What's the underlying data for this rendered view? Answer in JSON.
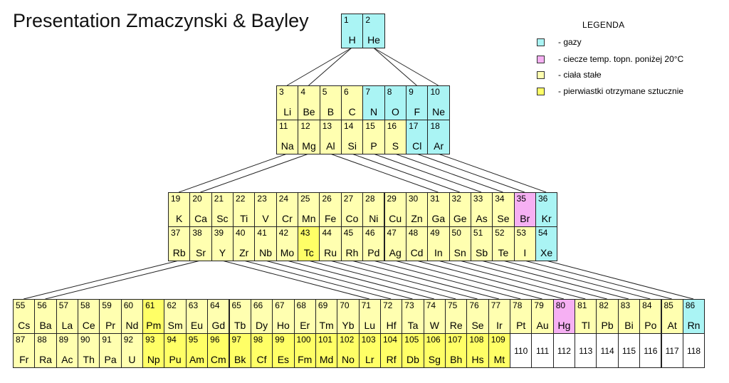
{
  "title": "Presentation Zmaczynski & Bayley",
  "legend": {
    "title": "LEGENDA",
    "items": [
      {
        "label": "- gazy",
        "color": "#aaf4f4"
      },
      {
        "label": "- ciecze temp. topn. poniżej 20°C",
        "color": "#f6b0f3"
      },
      {
        "label": "- ciała stałe",
        "color": "#ffffb0"
      },
      {
        "label": "- pierwiastki otrzymane sztucznie",
        "color": "#ffff66"
      }
    ]
  },
  "colors": {
    "gas": "#aaf4f4",
    "liquid": "#f6b0f3",
    "solid": "#ffffb0",
    "synthetic": "#ffff66",
    "unknown": "#ffffff"
  },
  "elements": [
    {
      "n": "1",
      "s": "H",
      "t": "gas"
    },
    {
      "n": "2",
      "s": "He",
      "t": "gas"
    },
    {
      "n": "3",
      "s": "Li",
      "t": "solid"
    },
    {
      "n": "4",
      "s": "Be",
      "t": "solid"
    },
    {
      "n": "5",
      "s": "B",
      "t": "solid"
    },
    {
      "n": "6",
      "s": "C",
      "t": "solid"
    },
    {
      "n": "7",
      "s": "N",
      "t": "gas"
    },
    {
      "n": "8",
      "s": "O",
      "t": "gas"
    },
    {
      "n": "9",
      "s": "F",
      "t": "gas"
    },
    {
      "n": "10",
      "s": "Ne",
      "t": "gas"
    },
    {
      "n": "11",
      "s": "Na",
      "t": "solid"
    },
    {
      "n": "12",
      "s": "Mg",
      "t": "solid"
    },
    {
      "n": "13",
      "s": "Al",
      "t": "solid"
    },
    {
      "n": "14",
      "s": "Si",
      "t": "solid"
    },
    {
      "n": "15",
      "s": "P",
      "t": "solid"
    },
    {
      "n": "16",
      "s": "S",
      "t": "solid"
    },
    {
      "n": "17",
      "s": "Cl",
      "t": "gas"
    },
    {
      "n": "18",
      "s": "Ar",
      "t": "gas"
    },
    {
      "n": "19",
      "s": "K",
      "t": "solid"
    },
    {
      "n": "20",
      "s": "Ca",
      "t": "solid"
    },
    {
      "n": "21",
      "s": "Sc",
      "t": "solid"
    },
    {
      "n": "22",
      "s": "Ti",
      "t": "solid"
    },
    {
      "n": "23",
      "s": "V",
      "t": "solid"
    },
    {
      "n": "24",
      "s": "Cr",
      "t": "solid"
    },
    {
      "n": "25",
      "s": "Mn",
      "t": "solid"
    },
    {
      "n": "26",
      "s": "Fe",
      "t": "solid"
    },
    {
      "n": "27",
      "s": "Co",
      "t": "solid"
    },
    {
      "n": "28",
      "s": "Ni",
      "t": "solid"
    },
    {
      "n": "29",
      "s": "Cu",
      "t": "solid"
    },
    {
      "n": "30",
      "s": "Zn",
      "t": "solid"
    },
    {
      "n": "31",
      "s": "Ga",
      "t": "solid"
    },
    {
      "n": "32",
      "s": "Ge",
      "t": "solid"
    },
    {
      "n": "33",
      "s": "As",
      "t": "solid"
    },
    {
      "n": "34",
      "s": "Se",
      "t": "solid"
    },
    {
      "n": "35",
      "s": "Br",
      "t": "liquid"
    },
    {
      "n": "36",
      "s": "Kr",
      "t": "gas"
    },
    {
      "n": "37",
      "s": "Rb",
      "t": "solid"
    },
    {
      "n": "38",
      "s": "Sr",
      "t": "solid"
    },
    {
      "n": "39",
      "s": "Y",
      "t": "solid"
    },
    {
      "n": "40",
      "s": "Zr",
      "t": "solid"
    },
    {
      "n": "41",
      "s": "Nb",
      "t": "solid"
    },
    {
      "n": "42",
      "s": "Mo",
      "t": "solid"
    },
    {
      "n": "43",
      "s": "Tc",
      "t": "synthetic"
    },
    {
      "n": "44",
      "s": "Ru",
      "t": "solid"
    },
    {
      "n": "45",
      "s": "Rh",
      "t": "solid"
    },
    {
      "n": "46",
      "s": "Pd",
      "t": "solid"
    },
    {
      "n": "47",
      "s": "Ag",
      "t": "solid"
    },
    {
      "n": "48",
      "s": "Cd",
      "t": "solid"
    },
    {
      "n": "49",
      "s": "In",
      "t": "solid"
    },
    {
      "n": "50",
      "s": "Sn",
      "t": "solid"
    },
    {
      "n": "51",
      "s": "Sb",
      "t": "solid"
    },
    {
      "n": "52",
      "s": "Te",
      "t": "solid"
    },
    {
      "n": "53",
      "s": "I",
      "t": "solid"
    },
    {
      "n": "54",
      "s": "Xe",
      "t": "gas"
    },
    {
      "n": "55",
      "s": "Cs",
      "t": "solid"
    },
    {
      "n": "56",
      "s": "Ba",
      "t": "solid"
    },
    {
      "n": "57",
      "s": "La",
      "t": "solid"
    },
    {
      "n": "58",
      "s": "Ce",
      "t": "solid"
    },
    {
      "n": "59",
      "s": "Pr",
      "t": "solid"
    },
    {
      "n": "60",
      "s": "Nd",
      "t": "solid"
    },
    {
      "n": "61",
      "s": "Pm",
      "t": "synthetic"
    },
    {
      "n": "62",
      "s": "Sm",
      "t": "solid"
    },
    {
      "n": "63",
      "s": "Eu",
      "t": "solid"
    },
    {
      "n": "64",
      "s": "Gd",
      "t": "solid"
    },
    {
      "n": "65",
      "s": "Tb",
      "t": "solid"
    },
    {
      "n": "66",
      "s": "Dy",
      "t": "solid"
    },
    {
      "n": "67",
      "s": "Ho",
      "t": "solid"
    },
    {
      "n": "68",
      "s": "Er",
      "t": "solid"
    },
    {
      "n": "69",
      "s": "Tm",
      "t": "solid"
    },
    {
      "n": "70",
      "s": "Yb",
      "t": "solid"
    },
    {
      "n": "71",
      "s": "Lu",
      "t": "solid"
    },
    {
      "n": "72",
      "s": "Hf",
      "t": "solid"
    },
    {
      "n": "73",
      "s": "Ta",
      "t": "solid"
    },
    {
      "n": "74",
      "s": "W",
      "t": "solid"
    },
    {
      "n": "75",
      "s": "Re",
      "t": "solid"
    },
    {
      "n": "76",
      "s": "Se",
      "t": "solid"
    },
    {
      "n": "77",
      "s": "Ir",
      "t": "solid"
    },
    {
      "n": "78",
      "s": "Pt",
      "t": "solid"
    },
    {
      "n": "79",
      "s": "Au",
      "t": "solid"
    },
    {
      "n": "80",
      "s": "Hg",
      "t": "liquid"
    },
    {
      "n": "81",
      "s": "Tl",
      "t": "solid"
    },
    {
      "n": "82",
      "s": "Pb",
      "t": "solid"
    },
    {
      "n": "83",
      "s": "Bi",
      "t": "solid"
    },
    {
      "n": "84",
      "s": "Po",
      "t": "solid"
    },
    {
      "n": "85",
      "s": "At",
      "t": "solid"
    },
    {
      "n": "86",
      "s": "Rn",
      "t": "gas"
    },
    {
      "n": "87",
      "s": "Fr",
      "t": "solid"
    },
    {
      "n": "88",
      "s": "Ra",
      "t": "solid"
    },
    {
      "n": "89",
      "s": "Ac",
      "t": "solid"
    },
    {
      "n": "90",
      "s": "Th",
      "t": "solid"
    },
    {
      "n": "91",
      "s": "Pa",
      "t": "solid"
    },
    {
      "n": "92",
      "s": "U",
      "t": "solid"
    },
    {
      "n": "93",
      "s": "Np",
      "t": "synthetic"
    },
    {
      "n": "94",
      "s": "Pu",
      "t": "synthetic"
    },
    {
      "n": "95",
      "s": "Am",
      "t": "synthetic"
    },
    {
      "n": "96",
      "s": "Cm",
      "t": "synthetic"
    },
    {
      "n": "97",
      "s": "Bk",
      "t": "synthetic"
    },
    {
      "n": "98",
      "s": "Cf",
      "t": "synthetic"
    },
    {
      "n": "99",
      "s": "Es",
      "t": "synthetic"
    },
    {
      "n": "100",
      "s": "Fm",
      "t": "synthetic"
    },
    {
      "n": "101",
      "s": "Md",
      "t": "synthetic"
    },
    {
      "n": "102",
      "s": "No",
      "t": "synthetic"
    },
    {
      "n": "103",
      "s": "Lr",
      "t": "synthetic"
    },
    {
      "n": "104",
      "s": "Rf",
      "t": "synthetic"
    },
    {
      "n": "105",
      "s": "Db",
      "t": "synthetic"
    },
    {
      "n": "106",
      "s": "Sg",
      "t": "synthetic"
    },
    {
      "n": "107",
      "s": "Bh",
      "t": "synthetic"
    },
    {
      "n": "108",
      "s": "Hs",
      "t": "synthetic"
    },
    {
      "n": "109",
      "s": "Mt",
      "t": "synthetic"
    },
    {
      "n": "110",
      "s": "",
      "t": "unknown"
    },
    {
      "n": "111",
      "s": "",
      "t": "unknown"
    },
    {
      "n": "112",
      "s": "",
      "t": "unknown"
    },
    {
      "n": "113",
      "s": "",
      "t": "unknown"
    },
    {
      "n": "114",
      "s": "",
      "t": "unknown"
    },
    {
      "n": "115",
      "s": "",
      "t": "unknown"
    },
    {
      "n": "116",
      "s": "",
      "t": "unknown"
    },
    {
      "n": "117",
      "s": "",
      "t": "unknown"
    },
    {
      "n": "118",
      "s": "",
      "t": "unknown"
    }
  ]
}
